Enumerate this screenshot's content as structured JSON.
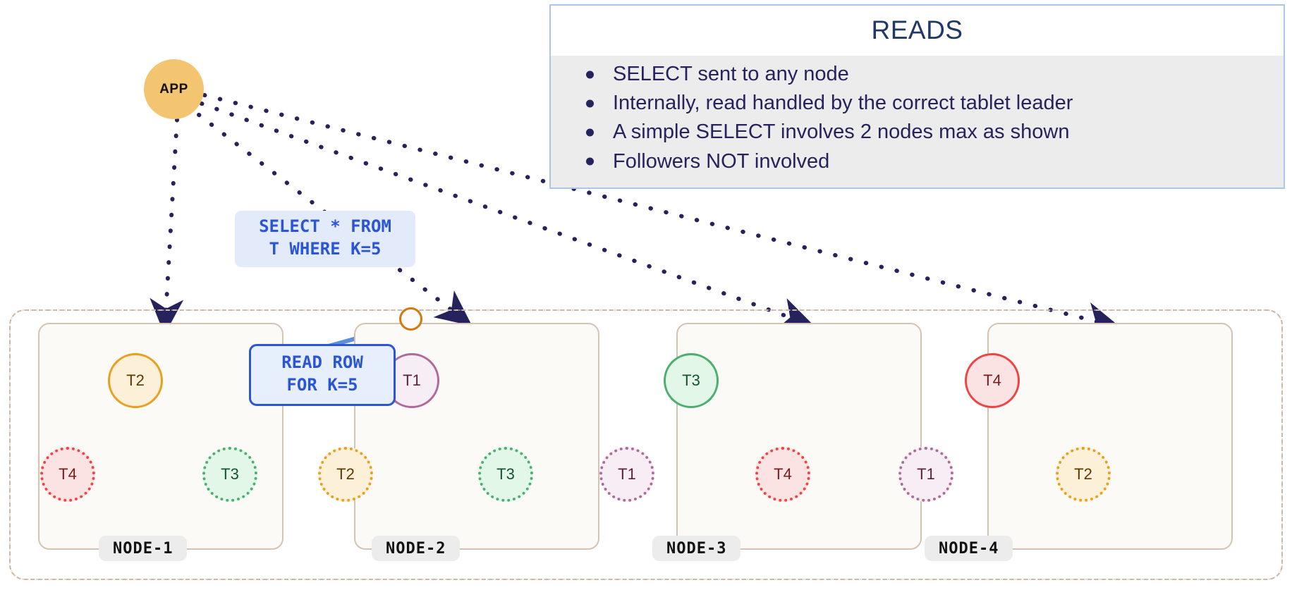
{
  "panel": {
    "title": "READS",
    "bullets": [
      "SELECT sent to any node",
      "Internally, read handled by the correct tablet leader",
      "A simple SELECT involves 2 nodes max as shown",
      "Followers NOT involved"
    ],
    "border_color": "#aac6e8",
    "title_color": "#1f3864",
    "body_bg": "#ececec",
    "text_color": "#26235c"
  },
  "app": {
    "label": "APP",
    "fill": "#f3c571"
  },
  "callouts": {
    "sql": "SELECT * FROM\nT WHERE K=5",
    "sql_line1": "SELECT * FROM",
    "sql_line2": "T WHERE K=5",
    "read": "READ ROW\nFOR K=5",
    "read_line1": "READ ROW",
    "read_line2": "FOR K=5",
    "accent": "#2a56d6"
  },
  "cluster": {
    "border_color": "#cdb9a8",
    "nodes": [
      {
        "label": "NODE-1",
        "leader": {
          "name": "T2",
          "fill": "#fdf0d9",
          "stroke": "#e8a020",
          "text": "#5b3a00"
        },
        "followers": [
          {
            "name": "T4",
            "fill": "#fbe3e3",
            "stroke": "#ef4444",
            "text": "#7a1b1b"
          },
          {
            "name": "T3",
            "fill": "#e3f7e8",
            "stroke": "#4caf70",
            "text": "#14532d"
          }
        ]
      },
      {
        "label": "NODE-2",
        "leader": {
          "name": "T1",
          "fill": "#f6eef4",
          "stroke": "#b06a9a",
          "text": "#5b2140"
        },
        "followers": [
          {
            "name": "T2",
            "fill": "#fdf0d9",
            "stroke": "#e8a020",
            "text": "#5b3a00"
          },
          {
            "name": "T3",
            "fill": "#e3f7e8",
            "stroke": "#4caf70",
            "text": "#14532d"
          }
        ]
      },
      {
        "label": "NODE-3",
        "leader": {
          "name": "T3",
          "fill": "#e3f7e8",
          "stroke": "#4caf70",
          "text": "#14532d"
        },
        "followers": [
          {
            "name": "T1",
            "fill": "#f6eef4",
            "stroke": "#b06a9a",
            "text": "#5b2140"
          },
          {
            "name": "T4",
            "fill": "#fbe3e3",
            "stroke": "#ef4444",
            "text": "#7a1b1b"
          }
        ]
      },
      {
        "label": "NODE-4",
        "leader": {
          "name": "T4",
          "fill": "#fbe3e3",
          "stroke": "#ef4444",
          "text": "#7a1b1b"
        },
        "followers": [
          {
            "name": "T1",
            "fill": "#f6eef4",
            "stroke": "#b06a9a",
            "text": "#5b2140"
          },
          {
            "name": "T2",
            "fill": "#fdf0d9",
            "stroke": "#e8a020",
            "text": "#5b3a00"
          }
        ]
      }
    ]
  },
  "edges": {
    "dotted_color": "#26235c",
    "solid_color": "#5b8ede"
  }
}
